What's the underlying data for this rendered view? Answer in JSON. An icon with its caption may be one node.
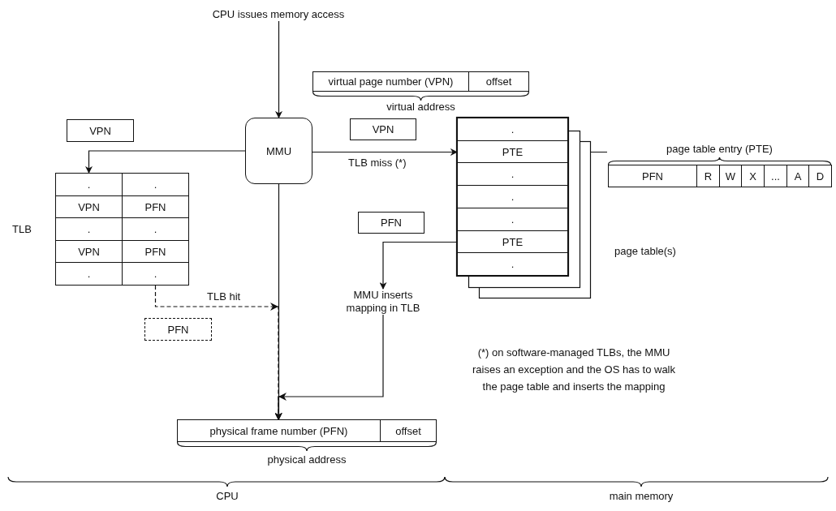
{
  "diagram": {
    "nodes": [
      {
        "text": [
          "CPU issues memory access"
        ]
      },
      {
        "text": [
          "virtual address"
        ]
      },
      {
        "text": [
          "virtual page number (VPN)"
        ],
        "in": 1
      },
      {
        "text": [
          "offset"
        ],
        "in": 1
      },
      {
        "text": [
          "MMU"
        ]
      },
      {
        "text": [
          "VPN"
        ]
      },
      {
        "text": [
          "TLB"
        ]
      },
      {
        "text": [
          "."
        ],
        "in": 6
      },
      {
        "text": [
          "."
        ],
        "in": 6
      },
      {
        "text": [
          "VPN"
        ],
        "in": 6
      },
      {
        "text": [
          "PFN"
        ],
        "in": 6
      },
      {
        "text": [
          "."
        ],
        "in": 6
      },
      {
        "text": [
          "."
        ],
        "in": 6
      },
      {
        "text": [
          "VPN"
        ],
        "in": 6
      },
      {
        "text": [
          "PFN"
        ],
        "in": 6
      },
      {
        "text": [
          "."
        ],
        "in": 6
      },
      {
        "text": [
          "."
        ],
        "in": 6
      },
      {
        "text": [
          "VPN"
        ]
      },
      {
        "text": [
          "page table(s)"
        ]
      },
      {
        "text": [
          "."
        ],
        "in": 18
      },
      {
        "text": [
          "PTE"
        ],
        "in": 18
      },
      {
        "text": [
          "."
        ],
        "in": 18
      },
      {
        "text": [
          "."
        ],
        "in": 18
      },
      {
        "text": [
          "."
        ],
        "in": 18
      },
      {
        "text": [
          "PTE"
        ],
        "in": 18
      },
      {
        "text": [
          "."
        ],
        "in": 18
      },
      {
        "text": [
          "page table entry (PTE)"
        ]
      },
      {
        "text": [
          "PFN"
        ],
        "in": 26
      },
      {
        "text": [
          "R"
        ],
        "in": 26
      },
      {
        "text": [
          "W"
        ],
        "in": 26
      },
      {
        "text": [
          "X"
        ],
        "in": 26
      },
      {
        "text": [
          "..."
        ],
        "in": 26
      },
      {
        "text": [
          "A"
        ],
        "in": 26
      },
      {
        "text": [
          "D"
        ],
        "in": 26
      },
      {
        "text": [
          "PFN"
        ]
      },
      {
        "text": [
          "MMU inserts mapping in TLB"
        ]
      },
      {
        "text": [
          "PFN"
        ]
      },
      {
        "text": [
          "physical address"
        ]
      },
      {
        "text": [
          "physical frame number (PFN)"
        ],
        "in": 37
      },
      {
        "text": [
          "offset"
        ],
        "in": 37
      }
    ],
    "edges": [
      {
        "from": 0,
        "to": 4,
        "arrow": "to"
      },
      {
        "from": 4,
        "to": 7,
        "arrow": "to"
      },
      {
        "from": 4,
        "to": 20,
        "arrow": "to",
        "label": "TLB miss (*)"
      },
      {
        "from": 4,
        "to": 38,
        "arrow": "to"
      },
      {
        "from": 20,
        "to": 26,
        "arrow": "other"
      },
      {
        "from": 24,
        "to": 35,
        "arrow": "to"
      },
      {
        "from": 35,
        "to": 38,
        "arrow": "to"
      },
      {
        "from": 16,
        "to": 38,
        "arrow": "to",
        "style": "dashed",
        "label": "TLB hit"
      }
    ],
    "labels": [
      "(*) on software-managed TLBs, the MMU raises an exception and the OS has to walk the page table and inserts the mapping",
      "CPU",
      "main memory"
    ]
  }
}
